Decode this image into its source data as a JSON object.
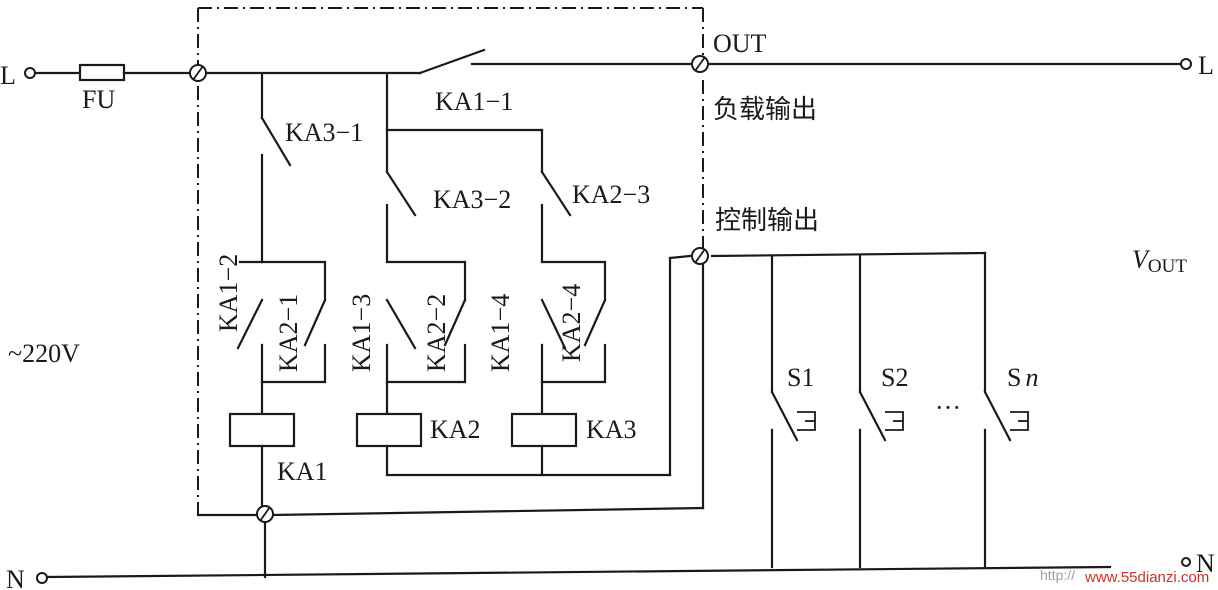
{
  "labels": {
    "L_left": "L",
    "L_right": "L",
    "N_left": "N",
    "N_right": "N",
    "fuse": "FU",
    "out": "OUT",
    "load_output": "负载输出",
    "control_output": "控制输出",
    "vout_v": "V",
    "vout_sub": "OUT",
    "voltage": "~220V",
    "ka1_1": "KA1−1",
    "ka1_2": "KA1−2",
    "ka1_3": "KA1−3",
    "ka1_4": "KA1−4",
    "ka2_1": "KA2−1",
    "ka2_2": "KA2−2",
    "ka2_3": "KA2−3",
    "ka2_4": "KA2−4",
    "ka3_1": "KA3−1",
    "ka3_2": "KA3−2",
    "coil_ka1": "KA1",
    "coil_ka2": "KA2",
    "coil_ka3": "KA3",
    "s1": "S1",
    "s2": "S2",
    "sn_s": "S",
    "sn_n": "n",
    "ellipsis": "···"
  },
  "watermark": {
    "prefix": "http://",
    "site": "www.55dianzi.com"
  }
}
